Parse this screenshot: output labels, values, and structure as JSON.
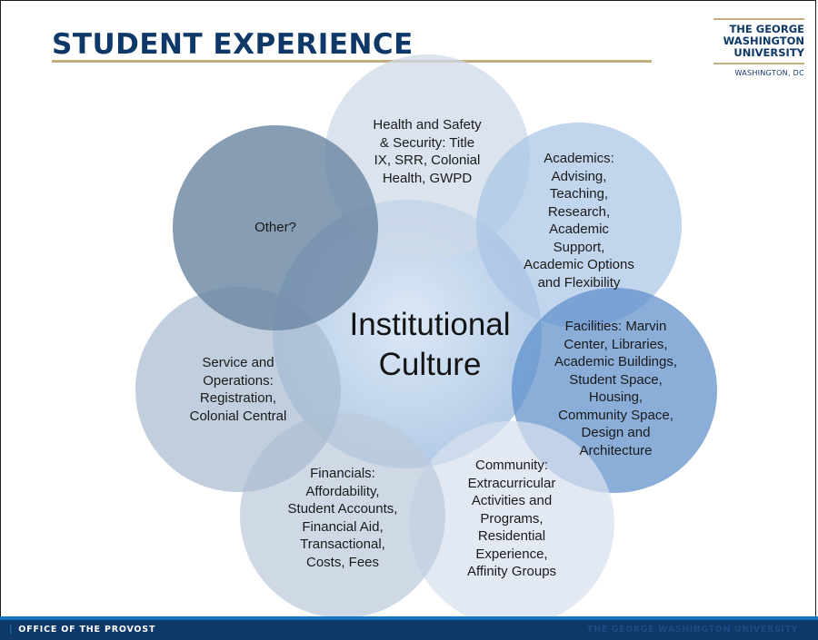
{
  "slide": {
    "title": "STUDENT EXPERIENCE"
  },
  "logo": {
    "line1": "THE GEORGE",
    "line2": "WASHINGTON",
    "line3": "UNIVERSITY",
    "location": "WASHINGTON, DC"
  },
  "diagram": {
    "center": [
      "Institutional",
      "Culture"
    ],
    "nodes": {
      "health": [
        "Health and Safety",
        "& Security: Title",
        "IX, SRR, Colonial",
        "Health, GWPD"
      ],
      "academics": [
        "Academics:",
        "Advising,",
        "Teaching,",
        "Research,",
        "Academic",
        "Support,",
        "Academic Options",
        "and Flexibility"
      ],
      "facilities": [
        "Facilities: Marvin",
        "Center, Libraries,",
        "Academic Buildings,",
        "Student Space,",
        "Housing,",
        "Community Space,",
        "Design and",
        "Architecture"
      ],
      "community": [
        "Community:",
        "Extracurricular",
        "Activities and",
        "Programs,",
        "Residential",
        "Experience,",
        "Affinity Groups"
      ],
      "financials": [
        "Financials:",
        "Affordability,",
        "Student Accounts,",
        "Financial Aid,",
        "Transactional,",
        "Costs, Fees"
      ],
      "service": [
        "Service and",
        "Operations:",
        "Registration,",
        "Colonial Central"
      ],
      "other": [
        "Other?"
      ]
    },
    "colors": {
      "center": "#c6d8ec",
      "health": "#cdd9e8",
      "academics": "#a9c5e4",
      "facilities": "#5e8fcb",
      "community": "#d8e0ef",
      "financials": "#bccbdd",
      "service": "#a9bbd0",
      "other": "#6d87a4"
    }
  },
  "footer": {
    "left": "OFFICE OF THE PROVOST",
    "right": "THE GEORGE WASHINGTON UNIVERSITY"
  }
}
